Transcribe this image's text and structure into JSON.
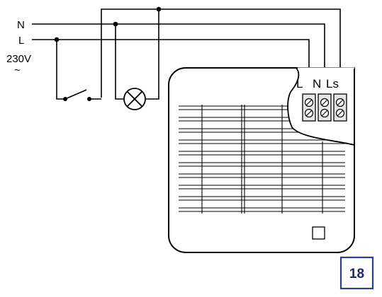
{
  "supply": {
    "neutral_label": "N",
    "line_label": "L",
    "voltage_label": "230V",
    "ac_symbol": "~"
  },
  "terminals": {
    "l_label": "L",
    "n_label": "N",
    "ls_label": "Ls"
  },
  "components": {
    "switch_icon": "switch-icon",
    "lamp_icon": "lamp-icon",
    "indicator_icon": "square-indicator-icon"
  },
  "figure": {
    "number": "18",
    "border_color": "#2a3f8f",
    "number_color": "#1a2a6c"
  },
  "colors": {
    "wire": "#000000",
    "terminal_fill": "#e6e6e6"
  }
}
